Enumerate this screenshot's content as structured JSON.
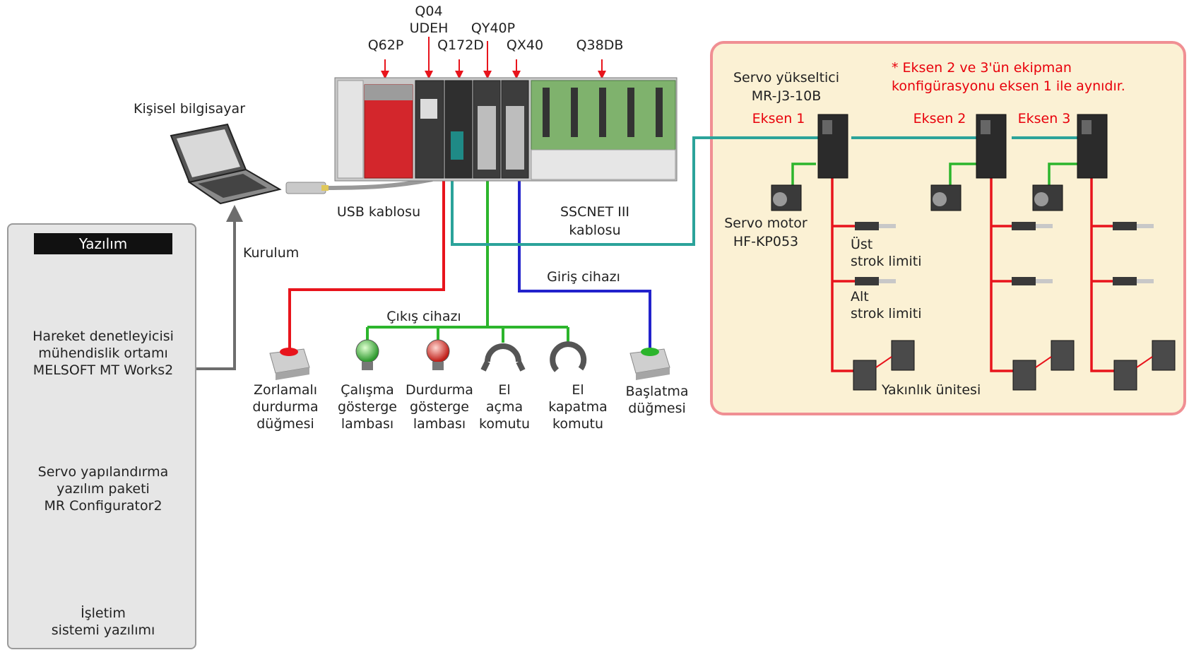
{
  "modules": {
    "q04": "Q04",
    "udeh": "UDEH",
    "qy40p": "QY40P",
    "q62p": "Q62P",
    "q172d": "Q172D",
    "qx40": "QX40",
    "q38db": "Q38DB"
  },
  "pc": {
    "label": "Kişisel bilgisayar"
  },
  "usb_cable": "USB kablosu",
  "sscnet": {
    "line1": "SSCNET III",
    "line2": "kablosu"
  },
  "install": "Kurulum",
  "software": {
    "title": "Yazılım",
    "items": [
      {
        "lines": [
          "Hareket denetleyicisi",
          "mühendislik ortamı",
          "MELSOFT MT Works2"
        ]
      },
      {
        "lines": [
          "Servo yapılandırma",
          "yazılım paketi",
          "MR Configurator2"
        ]
      },
      {
        "lines": [
          "İşletim",
          "sistemi yazılımı"
        ]
      }
    ]
  },
  "input_device": "Giriş cihazı",
  "output_device": "Çıkış cihazı",
  "devices": [
    {
      "lines": [
        "Zorlamalı",
        "durdurma",
        "düğmesi"
      ]
    },
    {
      "lines": [
        "Çalışma",
        "gösterge",
        "lambası"
      ]
    },
    {
      "lines": [
        "Durdurma",
        "gösterge",
        "lambası"
      ]
    },
    {
      "lines": [
        "El",
        "açma",
        "komutu"
      ]
    },
    {
      "lines": [
        "El",
        "kapatma",
        "komutu"
      ]
    },
    {
      "lines": [
        "Başlatma",
        "düğmesi"
      ]
    }
  ],
  "servo": {
    "amp_line1": "Servo yükseltici",
    "amp_line2": "MR-J3-10B",
    "note_line1": "* Eksen 2 ve 3'ün ekipman",
    "note_line2": "konfigürasyonu eksen 1 ile aynıdır.",
    "axis1": "Eksen 1",
    "axis2": "Eksen 2",
    "axis3": "Eksen 3",
    "motor_line1": "Servo motor",
    "motor_line2": "HF-KP053",
    "upper_line1": "Üst",
    "upper_line2": "strok limiti",
    "lower_line1": "Alt",
    "lower_line2": "strok limiti",
    "proximity": "Yakınlık ünitesi"
  },
  "colors": {
    "red_wire": "#e8141c",
    "green_wire": "#2cb52c",
    "blue_wire": "#2222cc",
    "teal_wire": "#2ba39a",
    "gray_wire": "#6d6d6d",
    "note_red": "#e8000b",
    "panel_fill": "#fbf1d4",
    "panel_border": "#f08f93"
  }
}
